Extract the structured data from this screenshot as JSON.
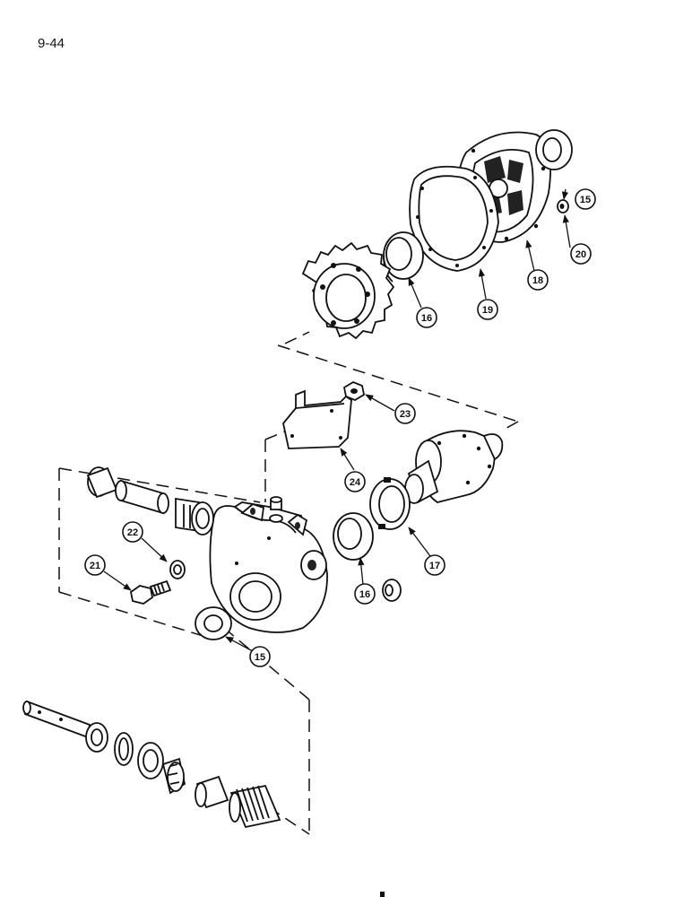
{
  "page_number": "9-44",
  "callouts": [
    {
      "id": "c15a",
      "label": "15"
    },
    {
      "id": "c20",
      "label": "20"
    },
    {
      "id": "c18",
      "label": "18"
    },
    {
      "id": "c19",
      "label": "19"
    },
    {
      "id": "c16a",
      "label": "16"
    },
    {
      "id": "c23",
      "label": "23"
    },
    {
      "id": "c24",
      "label": "24"
    },
    {
      "id": "c17",
      "label": "17"
    },
    {
      "id": "c16b",
      "label": "16"
    },
    {
      "id": "c22",
      "label": "22"
    },
    {
      "id": "c21",
      "label": "21"
    },
    {
      "id": "c15b",
      "label": "15"
    }
  ]
}
